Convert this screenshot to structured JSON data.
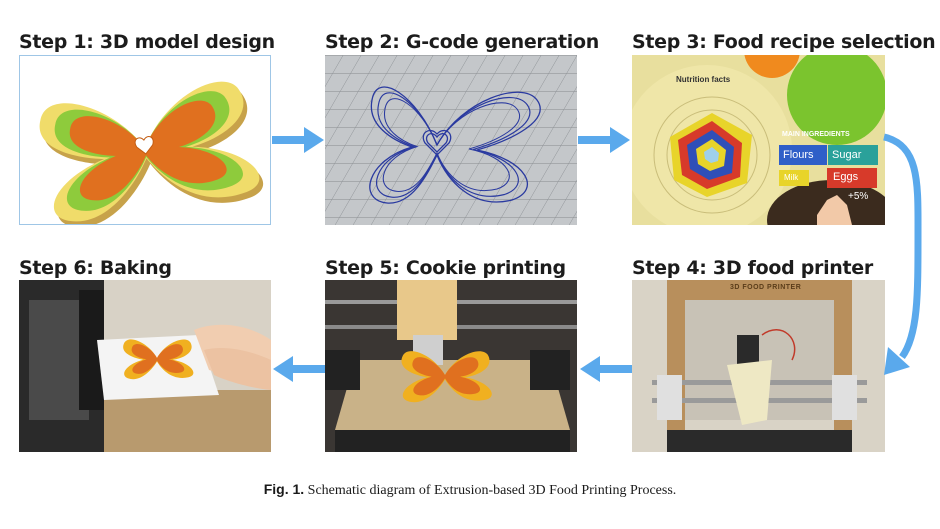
{
  "steps": [
    {
      "title": "Step 1: 3D model design"
    },
    {
      "title": "Step 2: G-code generation"
    },
    {
      "title": "Step 3: Food recipe selection"
    },
    {
      "title": "Step 4: 3D food printer"
    },
    {
      "title": "Step 5:  Cookie printing"
    },
    {
      "title": "Step 6: Baking"
    }
  ],
  "recipe": {
    "nutrition_title": "Nutrition facts",
    "ingredients_title": "MAIN INGREDIENTS",
    "ing_flours": "Flours",
    "ing_sugar": "Sugar",
    "ing_milk": "Milk",
    "ing_eggs": "Eggs",
    "ing_extra": "+5%"
  },
  "printer": {
    "brand": "3D FOOD PRINTER"
  },
  "caption": {
    "label": "Fig. 1.",
    "text": "Schematic diagram of Extrusion-based 3D Food Printing Process."
  },
  "colors": {
    "arrow": "#5aa9ec",
    "butterfly_orange": "#e0701f",
    "butterfly_green": "#8ecb3c",
    "butterfly_yellow": "#f0dc6a"
  }
}
